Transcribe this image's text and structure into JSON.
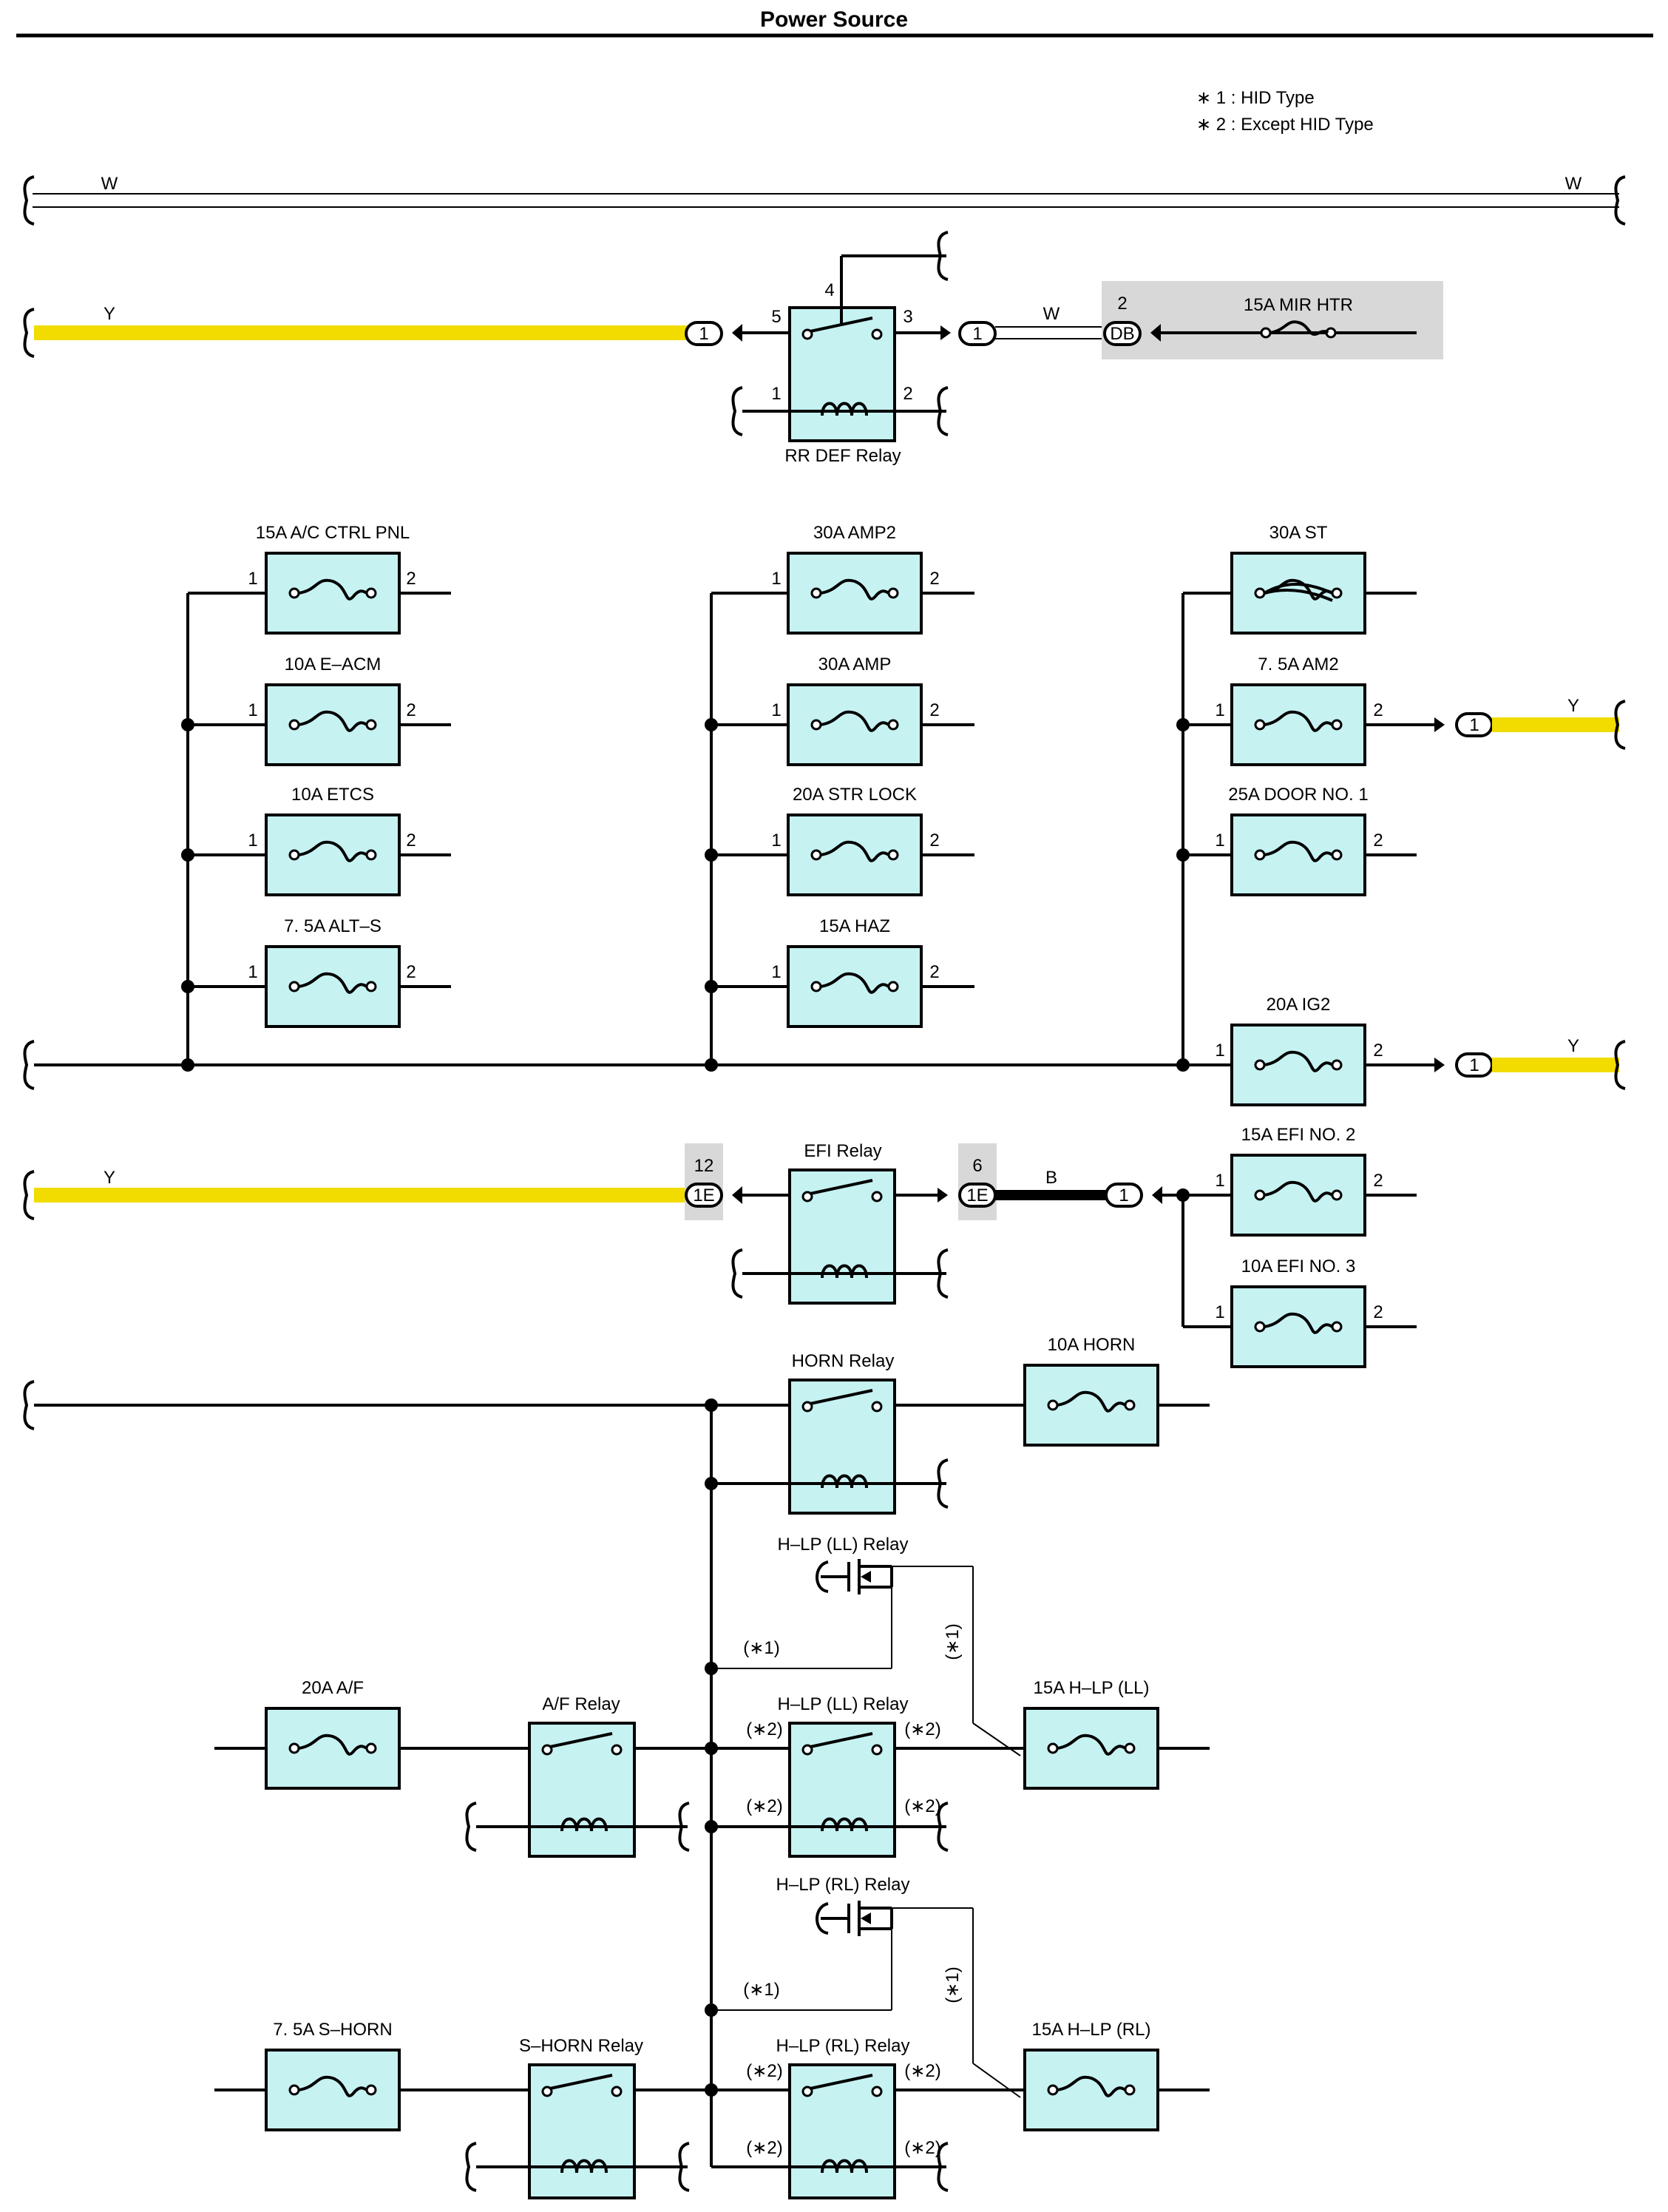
{
  "title": "Power Source",
  "notes": [
    "∗ 1 : HID Type",
    "∗ 2 : Except HID Type"
  ],
  "colors": {
    "fuse_fill": "#c6f2f2",
    "yellow_wire": "#f2dc00",
    "shade": "#d8d8d8"
  },
  "wire_labels": {
    "w": "W",
    "y": "Y",
    "b": "B"
  },
  "connectors": {
    "c1": "1",
    "db": "DB",
    "e1": "1E"
  },
  "pins": {
    "p1": "1",
    "p2": "2",
    "p3": "3",
    "p4": "4",
    "p5": "5",
    "p6": "6",
    "p12": "12"
  },
  "relays": {
    "rr_def": "RR DEF Relay",
    "efi": "EFI Relay",
    "horn": "HORN Relay",
    "hlp_ll": "H–LP (LL) Relay",
    "hlp_rl": "H–LP (RL) Relay",
    "af": "A/F Relay",
    "shorn": "S–HORN Relay"
  },
  "fuses": {
    "mir_htr": "15A MIR HTR",
    "ac_ctrl": "15A A/C CTRL PNL",
    "e_acm": "10A E–ACM",
    "etcs": "10A ETCS",
    "alt_s": "7. 5A ALT–S",
    "amp2": "30A AMP2",
    "amp": "30A AMP",
    "str_lock": "20A STR LOCK",
    "haz": "15A HAZ",
    "st": "30A ST",
    "am2": "7. 5A AM2",
    "door1": "25A DOOR NO. 1",
    "ig2": "20A IG2",
    "efi2": "15A EFI NO. 2",
    "efi3": "10A EFI NO. 3",
    "horn": "10A HORN",
    "af": "20A A/F",
    "hlp_ll": "15A H–LP (LL)",
    "s_horn": "7. 5A S–HORN",
    "hlp_rl": "15A H–LP (RL)"
  },
  "marks": {
    "hid": "(∗1)",
    "non_hid": "(∗2)"
  }
}
